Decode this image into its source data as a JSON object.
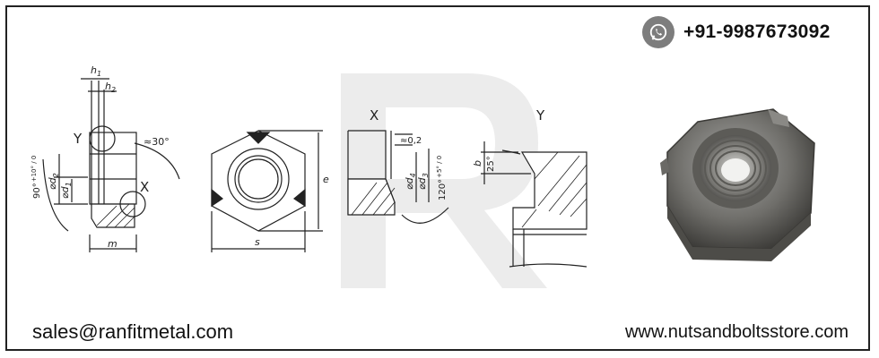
{
  "contact": {
    "phone": "+91-9987673092",
    "email": "sales@ranfitmetal.com",
    "website": "www.nutsandboltsstore.com",
    "phone_icon": "whatsapp-icon"
  },
  "drawing": {
    "side_view": {
      "h1": "h",
      "h1_sub": "1",
      "h2": "h",
      "h2_sub": "2",
      "angle_top": "≈30°",
      "angle_side": "90°",
      "angle_side_tol": "+10° / 0",
      "d2": "⌀d",
      "d2_sub": "2",
      "d1": "⌀d",
      "d1_sub": "1",
      "m": "m",
      "detail_y": "Y",
      "detail_x": "X"
    },
    "top_view": {
      "e": "e",
      "s": "s"
    },
    "detail_x": {
      "title": "X",
      "gap": "≈0,2",
      "d4": "⌀d",
      "d4_sub": "4",
      "d3": "⌀d",
      "d3_sub": "3",
      "angle": "120°",
      "angle_tol": "+5° / 0"
    },
    "detail_y": {
      "title": "Y",
      "b": "b",
      "angle": "25°"
    }
  },
  "watermark": "R"
}
